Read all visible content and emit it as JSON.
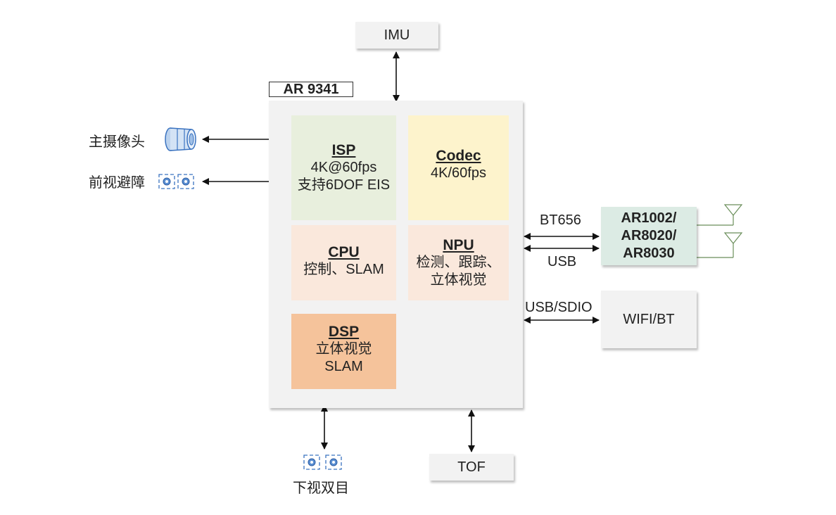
{
  "chip": {
    "label": "AR 9341",
    "modules": {
      "isp": {
        "title": "ISP",
        "lines": [
          "4K@60fps",
          "支持6DOF EIS"
        ],
        "color": "#e8efdd"
      },
      "codec": {
        "title": "Codec",
        "lines": [
          "4K/60fps"
        ],
        "color": "#fdf3cc"
      },
      "cpu": {
        "title": "CPU",
        "lines": [
          "控制、SLAM"
        ],
        "color": "#fae8dc"
      },
      "npu": {
        "title": "NPU",
        "lines": [
          "检测、跟踪、",
          "立体视觉"
        ],
        "color": "#fae8dc"
      },
      "dsp": {
        "title": "DSP",
        "lines": [
          "立体视觉",
          "SLAM"
        ],
        "color": "#f5c39b"
      }
    }
  },
  "external": {
    "imu": "IMU",
    "tof": "TOF",
    "wifi": "WIFI/BT",
    "ar_module": {
      "lines": [
        "AR1002/",
        "AR8020/",
        "AR8030"
      ],
      "color": "#dcebe4"
    }
  },
  "sensors": {
    "main_camera": "主摄像头",
    "front_obstacle": "前视避障",
    "down_stereo": "下视双目"
  },
  "links": {
    "bt656": "BT656",
    "usb": "USB",
    "usb_sdio": "USB/SDIO"
  }
}
